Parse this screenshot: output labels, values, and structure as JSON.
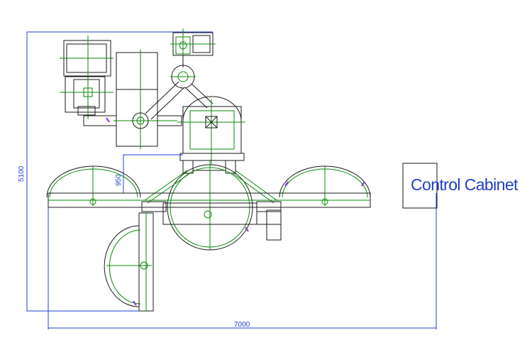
{
  "drawing": {
    "dimensions": {
      "overall_width": "7000",
      "overall_height": "5100",
      "inner_offset": "950"
    },
    "cabinet_label": "Control Cabinet",
    "colors": {
      "dimension": "#1f3fd1",
      "machine": "#0a8a0a",
      "outline": "#1a1a1a",
      "accent": "#8a2be2"
    }
  }
}
